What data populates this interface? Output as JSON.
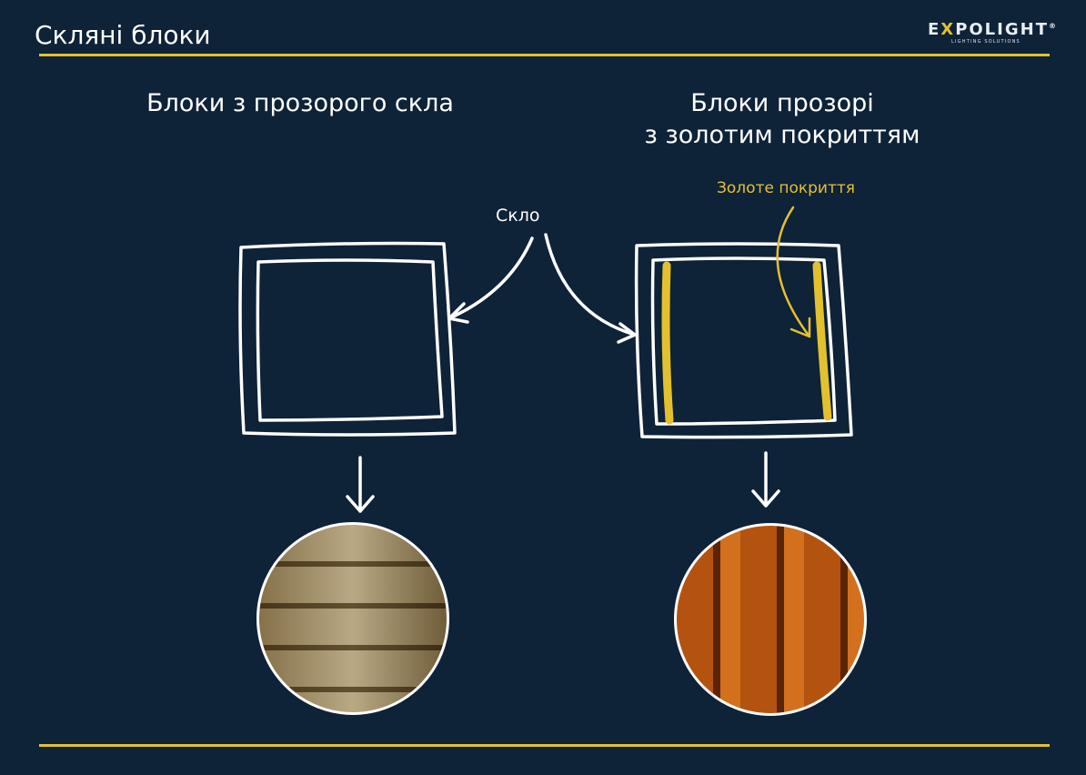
{
  "header": {
    "title": "Скляні блоки"
  },
  "logo": {
    "name_pre": "E",
    "name_x": "X",
    "name_post": "POLIGHT",
    "registered": "®",
    "tagline": "LIGHTING SOLUTIONS"
  },
  "left": {
    "title": "Блоки з прозорого скла"
  },
  "right": {
    "title_line1": "Блоки прозорі",
    "title_line2": "з золотим покриттям"
  },
  "annotations": {
    "glass": "Скло",
    "gold_coating": "Золоте покриття"
  },
  "colors": {
    "background": "#0e2238",
    "accent": "#e3c12e"
  }
}
